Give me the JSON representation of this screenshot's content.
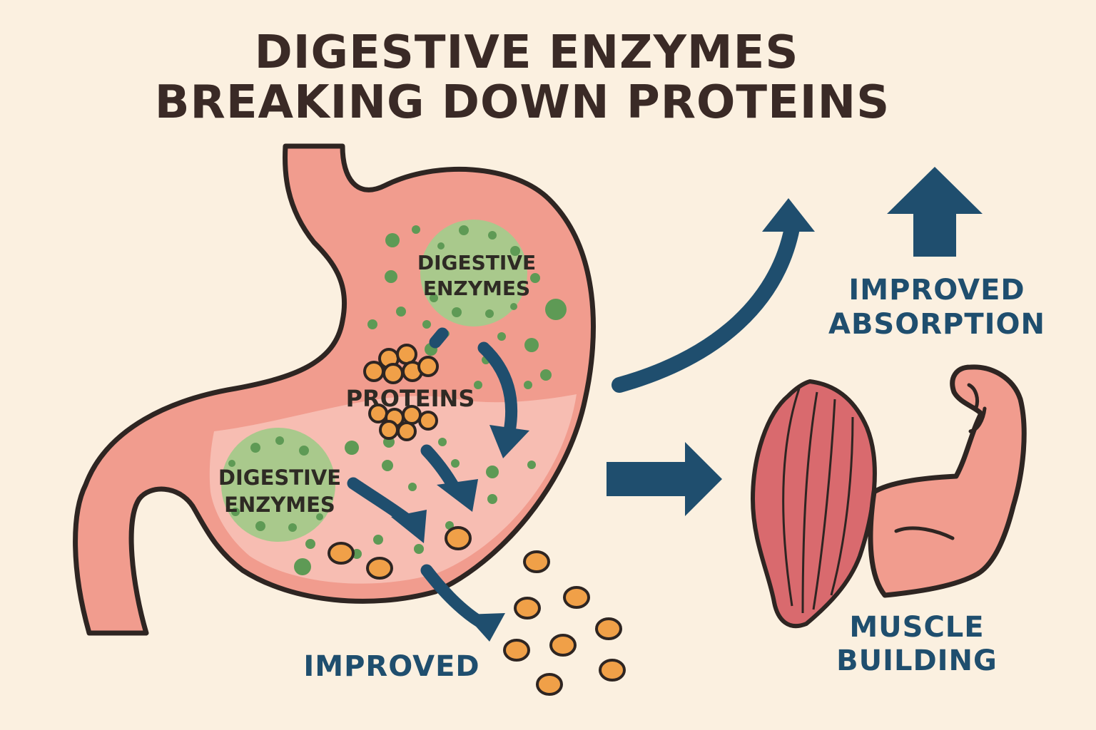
{
  "title": {
    "line1": "DIGESTIVE ENZYMES",
    "line2": "BREAKING DOWN PROTEINS"
  },
  "labels": {
    "enzymes_top_line1": "DIGESTIVE",
    "enzymes_top_line2": "ENZYMES",
    "enzymes_bottom_line1": "DIGESTIVE",
    "enzymes_bottom_line2": "ENZYMES",
    "proteins": "PROTEINS",
    "improved": "IMPROVED",
    "absorption_line1": "IMPROVED",
    "absorption_line2": "ABSORPTION",
    "muscle_line1": "MUSCLE",
    "muscle_line2": "BUILDING"
  },
  "colors": {
    "background": "#FBF0E0",
    "stomach": "#F19C8E",
    "stomach_inner": "#F7BDB2",
    "outline": "#2E2522",
    "enzyme_green": "#A9C98C",
    "enzyme_dot": "#5E9A55",
    "protein_orange": "#F0A048",
    "arrow_blue": "#1F4E6E",
    "muscle_red": "#D96A6E"
  },
  "icons": [
    "stomach",
    "enzyme-circle",
    "protein-cluster",
    "amino-acid",
    "flow-arrow",
    "muscle",
    "flexed-arm"
  ]
}
